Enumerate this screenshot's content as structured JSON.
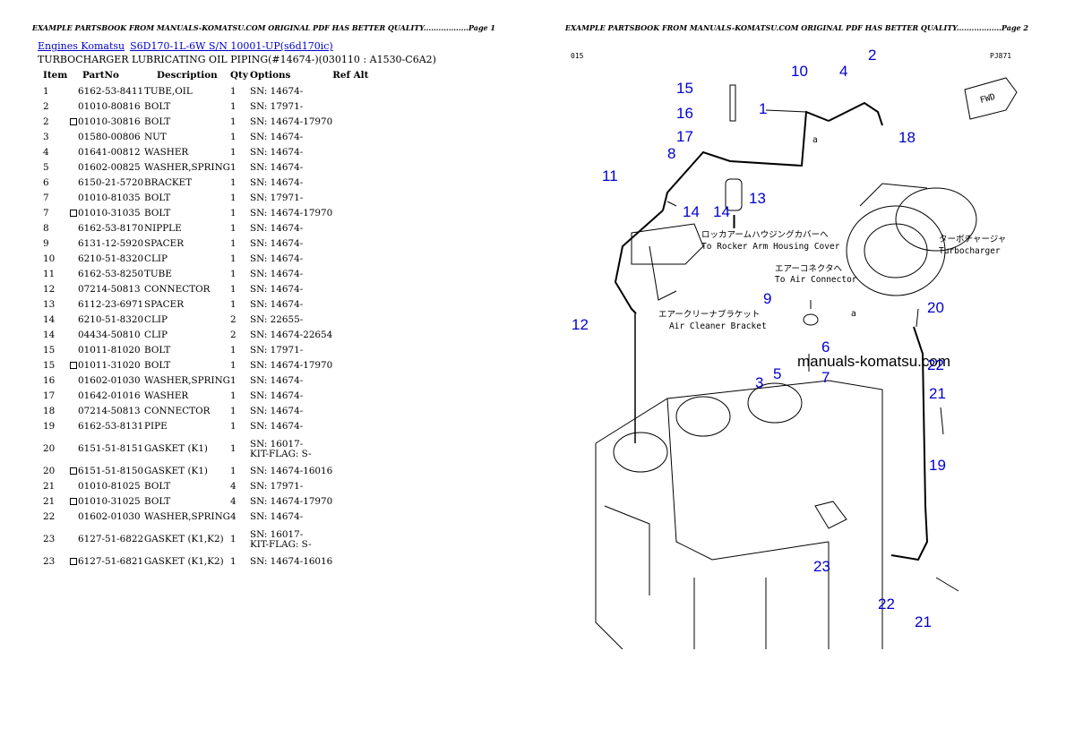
{
  "headers": {
    "left": "EXAMPLE PARTSBOOK FROM MANUALS-KOMATSU.COM ORIGINAL PDF HAS BETTER QUALITY..................Page 1",
    "right": "EXAMPLE PARTSBOOK FROM MANUALS-KOMATSU.COM ORIGINAL PDF HAS BETTER QUALITY..................Page 2"
  },
  "breadcrumb": {
    "link1": "Engines Komatsu",
    "link2": "S6D170-1L-6W S/N 10001-UP(s6d170ic)"
  },
  "section_title": "TURBOCHARGER LUBRICATING OIL PIPING(#14674-)(030110 : A1530-C6A2)",
  "table": {
    "columns": [
      "Item",
      "PartNo",
      "Description",
      "Qty",
      "Options",
      "Ref Alt"
    ],
    "rows": [
      {
        "item": "1",
        "part": "6162-53-8411",
        "alt": false,
        "desc": "TUBE,OIL",
        "qty": "1",
        "opt1": "SN: 14674-",
        "opt2": ""
      },
      {
        "item": "2",
        "part": "01010-80816",
        "alt": false,
        "desc": "BOLT",
        "qty": "1",
        "opt1": "SN: 17971-",
        "opt2": ""
      },
      {
        "item": "2",
        "part": "01010-30816",
        "alt": true,
        "desc": "BOLT",
        "qty": "1",
        "opt1": "SN: 14674-17970",
        "opt2": ""
      },
      {
        "item": "3",
        "part": "01580-00806",
        "alt": false,
        "desc": "NUT",
        "qty": "1",
        "opt1": "SN: 14674-",
        "opt2": ""
      },
      {
        "item": "4",
        "part": "01641-00812",
        "alt": false,
        "desc": "WASHER",
        "qty": "1",
        "opt1": "SN: 14674-",
        "opt2": ""
      },
      {
        "item": "5",
        "part": "01602-00825",
        "alt": false,
        "desc": "WASHER,SPRING",
        "qty": "1",
        "opt1": "SN: 14674-",
        "opt2": ""
      },
      {
        "item": "6",
        "part": "6150-21-5720",
        "alt": false,
        "desc": "BRACKET",
        "qty": "1",
        "opt1": "SN: 14674-",
        "opt2": ""
      },
      {
        "item": "7",
        "part": "01010-81035",
        "alt": false,
        "desc": "BOLT",
        "qty": "1",
        "opt1": "SN: 17971-",
        "opt2": ""
      },
      {
        "item": "7",
        "part": "01010-31035",
        "alt": true,
        "desc": "BOLT",
        "qty": "1",
        "opt1": "SN: 14674-17970",
        "opt2": ""
      },
      {
        "item": "8",
        "part": "6162-53-8170",
        "alt": false,
        "desc": "NIPPLE",
        "qty": "1",
        "opt1": "SN: 14674-",
        "opt2": ""
      },
      {
        "item": "9",
        "part": "6131-12-5920",
        "alt": false,
        "desc": "SPACER",
        "qty": "1",
        "opt1": "SN: 14674-",
        "opt2": ""
      },
      {
        "item": "10",
        "part": "6210-51-8320",
        "alt": false,
        "desc": "CLIP",
        "qty": "1",
        "opt1": "SN: 14674-",
        "opt2": ""
      },
      {
        "item": "11",
        "part": "6162-53-8250",
        "alt": false,
        "desc": "TUBE",
        "qty": "1",
        "opt1": "SN: 14674-",
        "opt2": ""
      },
      {
        "item": "12",
        "part": "07214-50813",
        "alt": false,
        "desc": "CONNECTOR",
        "qty": "1",
        "opt1": "SN: 14674-",
        "opt2": ""
      },
      {
        "item": "13",
        "part": "6112-23-6971",
        "alt": false,
        "desc": "SPACER",
        "qty": "1",
        "opt1": "SN: 14674-",
        "opt2": ""
      },
      {
        "item": "14",
        "part": "6210-51-8320",
        "alt": false,
        "desc": "CLIP",
        "qty": "2",
        "opt1": "SN: 22655-",
        "opt2": ""
      },
      {
        "item": "14",
        "part": "04434-50810",
        "alt": false,
        "desc": "CLIP",
        "qty": "2",
        "opt1": "SN: 14674-22654",
        "opt2": ""
      },
      {
        "item": "15",
        "part": "01011-81020",
        "alt": false,
        "desc": "BOLT",
        "qty": "1",
        "opt1": "SN: 17971-",
        "opt2": ""
      },
      {
        "item": "15",
        "part": "01011-31020",
        "alt": true,
        "desc": "BOLT",
        "qty": "1",
        "opt1": "SN: 14674-17970",
        "opt2": ""
      },
      {
        "item": "16",
        "part": "01602-01030",
        "alt": false,
        "desc": "WASHER,SPRING",
        "qty": "1",
        "opt1": "SN: 14674-",
        "opt2": ""
      },
      {
        "item": "17",
        "part": "01642-01016",
        "alt": false,
        "desc": "WASHER",
        "qty": "1",
        "opt1": "SN: 14674-",
        "opt2": ""
      },
      {
        "item": "18",
        "part": "07214-50813",
        "alt": false,
        "desc": "CONNECTOR",
        "qty": "1",
        "opt1": "SN: 14674-",
        "opt2": ""
      },
      {
        "item": "19",
        "part": "6162-53-8131",
        "alt": false,
        "desc": "PIPE",
        "qty": "1",
        "opt1": "SN: 14674-",
        "opt2": ""
      },
      {
        "item": "20",
        "part": "6151-51-8151",
        "alt": false,
        "desc": "GASKET (K1)",
        "qty": "1",
        "opt1": "SN: 16017-",
        "opt2": "KIT-FLAG: S-"
      },
      {
        "item": "20",
        "part": "6151-51-8150",
        "alt": true,
        "desc": "GASKET (K1)",
        "qty": "1",
        "opt1": "SN: 14674-16016",
        "opt2": ""
      },
      {
        "item": "21",
        "part": "01010-81025",
        "alt": false,
        "desc": "BOLT",
        "qty": "4",
        "opt1": "SN: 17971-",
        "opt2": ""
      },
      {
        "item": "21",
        "part": "01010-31025",
        "alt": true,
        "desc": "BOLT",
        "qty": "4",
        "opt1": "SN: 14674-17970",
        "opt2": ""
      },
      {
        "item": "22",
        "part": "01602-01030",
        "alt": false,
        "desc": "WASHER,SPRING",
        "qty": "4",
        "opt1": "SN: 14674-",
        "opt2": ""
      },
      {
        "item": "23",
        "part": "6127-51-6822",
        "alt": false,
        "desc": "GASKET (K1,K2)",
        "qty": "1",
        "opt1": "SN: 16017-",
        "opt2": "KIT-FLAG: S-"
      },
      {
        "item": "23",
        "part": "6127-51-6821",
        "alt": true,
        "desc": "GASKET (K1,K2)",
        "qty": "1",
        "opt1": "SN: 14674-16016",
        "opt2": ""
      }
    ]
  },
  "diagram": {
    "corner_left": "015",
    "corner_right": "PJ871",
    "fwd_label": "FWD",
    "watermark": "manuals-komatsu.com",
    "labels": {
      "rocker_jp": "ロッカアームハウジングカバーへ",
      "rocker_en": "To Rocker Arm Housing Cover",
      "air_conn_jp": "エアーコネクタへ",
      "air_conn_en": "To Air Connector",
      "turbo_jp": "ターボチャージャ",
      "turbo_en": "Turbocharger",
      "bracket_jp": "エアークリーナブラケット",
      "bracket_en": "Air Cleaner Bracket",
      "letter_a": "a"
    },
    "callouts": [
      "1",
      "2",
      "3",
      "4",
      "5",
      "6",
      "7",
      "8",
      "9",
      "10",
      "11",
      "12",
      "13",
      "14",
      "14",
      "15",
      "16",
      "17",
      "18",
      "19",
      "20",
      "21",
      "21",
      "22",
      "22",
      "23"
    ]
  },
  "colors": {
    "link": "#0000cc",
    "callout": "#0000cc",
    "text": "#000000",
    "background": "#ffffff"
  }
}
